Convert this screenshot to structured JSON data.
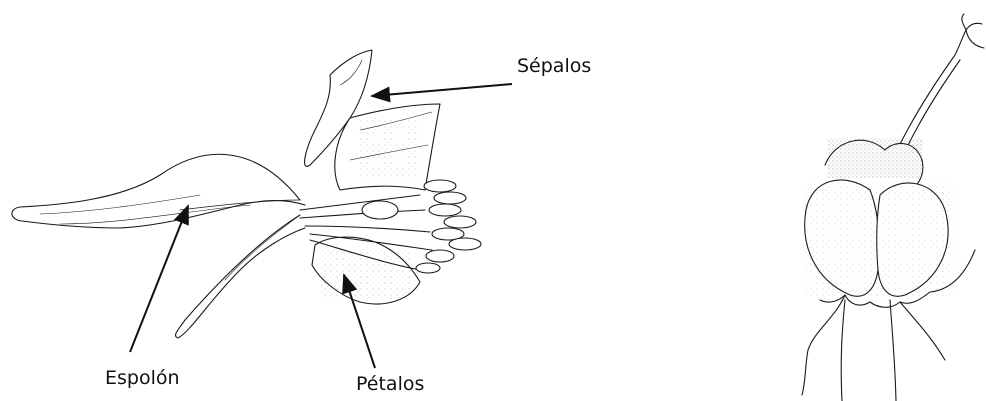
{
  "labels": {
    "sepalos": "Sépalos",
    "espolon": "Espolón",
    "petalos": "Pétalos"
  },
  "colors": {
    "ink": "#1a1a1a",
    "paper": "#ffffff",
    "stipple": "#555555"
  }
}
